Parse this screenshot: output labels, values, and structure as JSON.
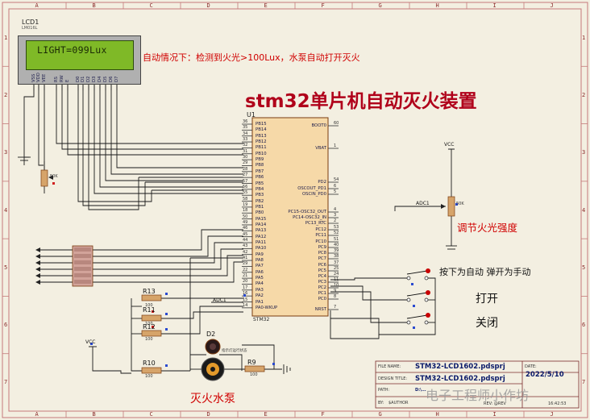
{
  "lcd": {
    "name": "LCD1",
    "model": "LM016L",
    "display_text": "LIGHT=099Lux",
    "pins": [
      "VSS",
      "VDD",
      "VEE",
      "RS",
      "RW",
      "E",
      "D0",
      "D1",
      "D2",
      "D3",
      "D4",
      "D5",
      "D6",
      "D7"
    ]
  },
  "annotation": "自动情况下：检测到火光>100Lux，水泵自动打开灭火",
  "title": "stm32单片机自动灭火装置",
  "mcu": {
    "ref": "U1",
    "name": "STM32",
    "left_pins": [
      "PB15",
      "PB14",
      "PB13",
      "PB12",
      "PB11",
      "PB10",
      "PB9",
      "PB8",
      "PB7",
      "PB6",
      "PB5",
      "PB4",
      "PB3",
      "PB2",
      "PB1",
      "PB0",
      "PA15",
      "PA14",
      "PA13",
      "PA12",
      "PA11",
      "PA10",
      "PA9",
      "PA8",
      "PA7",
      "PA6",
      "PA5",
      "PA4",
      "PA3",
      "PA2",
      "PA1",
      "PA0-WKUP"
    ],
    "left_nums": [
      "36",
      "35",
      "34",
      "33",
      "32",
      "31",
      "30",
      "29",
      "28",
      "27",
      "57",
      "56",
      "55",
      "58",
      "19",
      "18",
      "50",
      "49",
      "46",
      "45",
      "44",
      "43",
      "42",
      "41",
      "29",
      "22",
      "21",
      "20",
      "17",
      "16",
      "15",
      "14"
    ],
    "right_pins": [
      "BOOT0",
      "VBAT",
      "PD2",
      "OSCOUT_PD1",
      "OSCIN_PD0",
      "PC15-OSC32_OUT",
      "PC14-OSC32_IN",
      "PC13_RTC",
      "PC12",
      "PC11",
      "PC10",
      "PC9",
      "PC8",
      "PC7",
      "PC6",
      "PC5",
      "PC4",
      "PC3",
      "PC2",
      "PC1",
      "PC0",
      "NRST"
    ],
    "right_nums": [
      "60",
      "1",
      "54",
      "6",
      "5",
      "4",
      "3",
      "2",
      "53",
      "52",
      "51",
      "40",
      "39",
      "38",
      "37",
      "25",
      "24",
      "11",
      "10",
      "9",
      "8",
      "7"
    ]
  },
  "components": {
    "r13": "R13",
    "r11": "R11",
    "r12": "R12",
    "r10": "R10",
    "r9": "R9",
    "d2": "D2",
    "r_val": "100",
    "rv_val": "50K"
  },
  "net_labels": {
    "adc1_mcu": "ADC1",
    "adc1_pot": "ADC1",
    "vcc_right": "VCC",
    "vcc_left": "VCC",
    "led_note": "指示灯运行状态"
  },
  "labels": {
    "pot": "调节火光强度",
    "mode": "按下为自动 弹开为手动",
    "on": "打开",
    "off": "关闭",
    "pump": "灭火水泵"
  },
  "title_block": {
    "file_name_cap": "FILE NAME:",
    "file_name": "STM32-LCD1602.pdsprj",
    "design_title_cap": "DESIGN TITLE:",
    "design_title": "STM32-LCD1602.pdsprj",
    "path_cap": "PATH:",
    "path": "D:\\...",
    "date_cap": "DATE:",
    "date": "2022/5/10",
    "by_cap": "BY:",
    "by": "$AUTHOR",
    "rev": "REV: @REV",
    "time": "16:42:53"
  },
  "ruler": {
    "top": [
      "A",
      "B",
      "C",
      "D",
      "E",
      "F",
      "G",
      "H",
      "I",
      "J"
    ],
    "left": [
      "1",
      "2",
      "3",
      "4",
      "5",
      "6",
      "7"
    ]
  },
  "watermark": "电子工程师小作坊"
}
